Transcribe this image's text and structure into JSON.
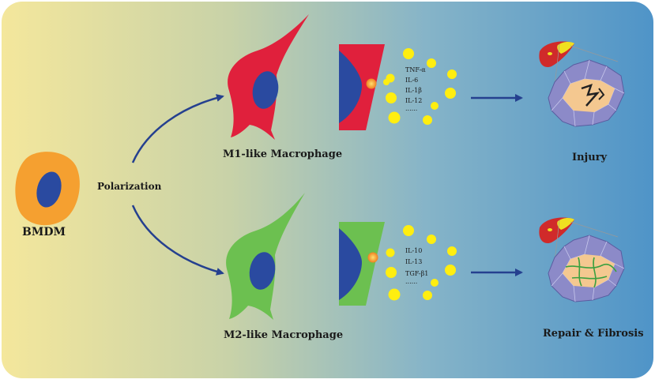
{
  "labels": {
    "bmdm": "BMDM",
    "polarization": "Polarization",
    "m1": "M1-like Macrophage",
    "m2": "M2-like Macrophage",
    "injury": "Injury",
    "repair": "Repair & Fibrosis"
  },
  "m1_cytokines": [
    "TNF-α",
    "IL-6",
    "IL-1β",
    "IL-12",
    "......"
  ],
  "m2_cytokines": [
    "IL-10",
    "IL-13",
    "TGF-β1",
    "......"
  ],
  "colors": {
    "background_left": "#f2e49c",
    "background_right": "#5a9ac8",
    "m1_cell": "#e0203c",
    "m2_cell": "#6cc050",
    "nucleus": "#2a4aa0",
    "bmdm_cell": "#f5a030",
    "cytokine": "#ffee10",
    "arrow": "#25408f",
    "liver": "#d02a2a"
  }
}
